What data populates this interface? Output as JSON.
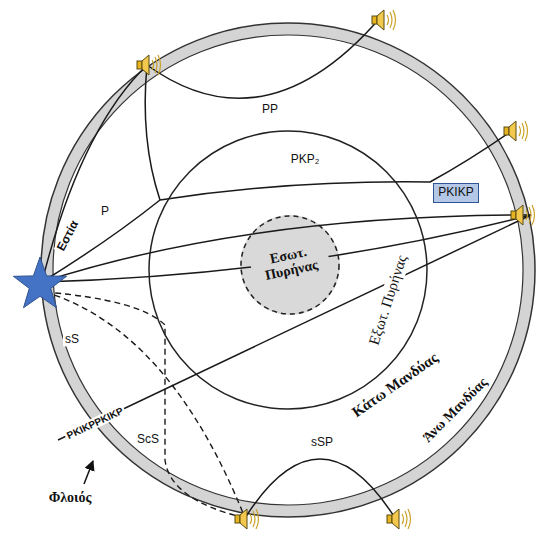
{
  "diagram": {
    "nodes": [
      {
        "text": [
          "Εξωτ. Πυρήνας"
        ]
      },
      {
        "text": [
          "Εσωτ. Πυρήνας"
        ],
        "in": 0
      },
      {
        "text": [
          "PKIKP"
        ]
      }
    ],
    "labels": [
      "PP",
      "PKP₂",
      "P",
      "Εστία",
      "sS",
      "PKIKPPKIKP",
      "ScS",
      "Κάτω Μανδύας",
      "Άνω Μανδύας",
      "Φλοιός",
      "sSP"
    ]
  }
}
